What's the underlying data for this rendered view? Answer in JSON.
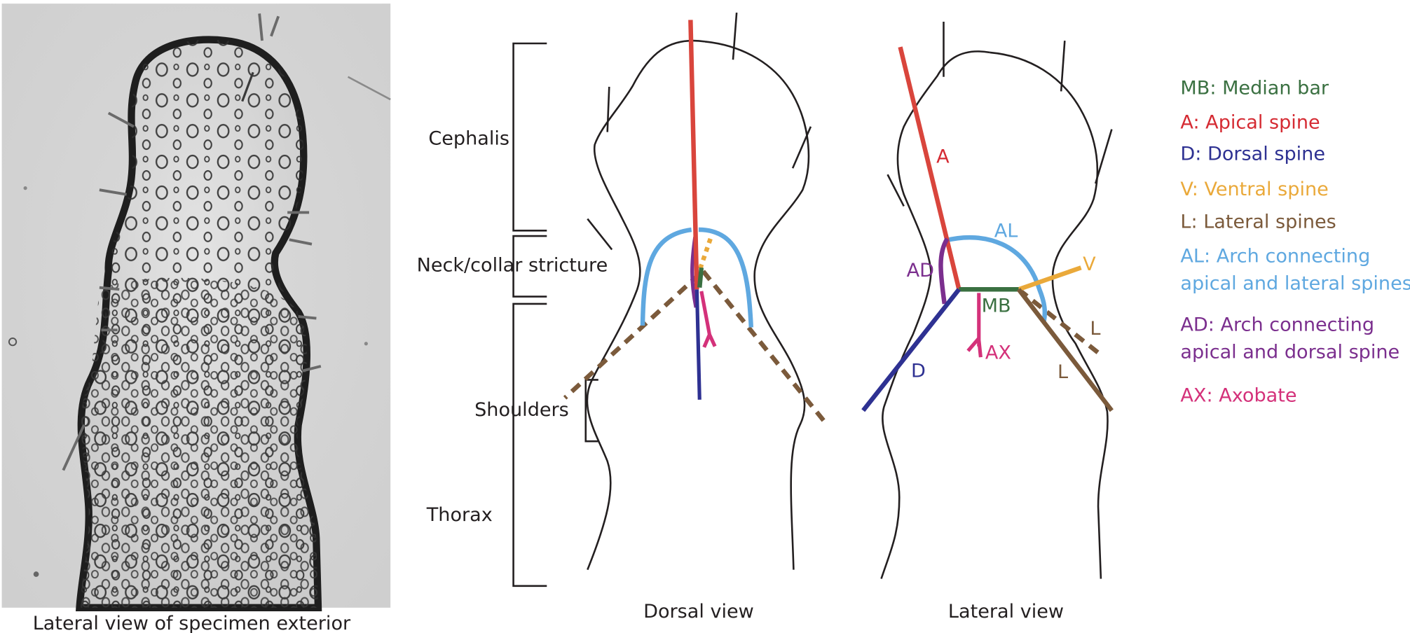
{
  "photo": {
    "caption": "Lateral view of specimen exterior"
  },
  "regions": {
    "cephalis": "Cephalis",
    "neck": "Neck/collar stricture",
    "shoulders": "Shoulders",
    "thorax": "Thorax"
  },
  "views": {
    "dorsal": "Dorsal view",
    "lateral": "Lateral view"
  },
  "tags": {
    "A": "A",
    "AL": "AL",
    "AD": "AD",
    "MB": "MB",
    "V": "V",
    "L1": "L",
    "L2": "L",
    "AX": "AX",
    "D": "D"
  },
  "legend": [
    {
      "key": "MB",
      "text": "MB: Median bar",
      "color": "#3a7041"
    },
    {
      "key": "A",
      "text": "A: Apical spine",
      "color": "#d52b33"
    },
    {
      "key": "D",
      "text": "D: Dorsal spine",
      "color": "#2e3192"
    },
    {
      "key": "V",
      "text": "V: Ventral spine",
      "color": "#eaa93a"
    },
    {
      "key": "L",
      "text": "L: Lateral spines",
      "color": "#7b5a3b"
    },
    {
      "key": "AL",
      "text": "AL: Arch connecting",
      "text2": "apical and lateral spines",
      "color": "#5fa8e0"
    },
    {
      "key": "AD",
      "text": "AD: Arch connecting",
      "text2": "apical and dorsal spine",
      "color": "#7b2f8e"
    },
    {
      "key": "AX",
      "text": "AX: Axobate",
      "color": "#d4317a"
    }
  ],
  "colors": {
    "median_bar": "#3a7041",
    "apical": "#d9453c",
    "dorsal": "#2e3192",
    "ventral": "#eaa93a",
    "lateral": "#7b5a3b",
    "arch_al": "#5fa8e0",
    "arch_ad": "#7b2f8e",
    "axobate": "#d4317a",
    "outline": "#231f20"
  }
}
